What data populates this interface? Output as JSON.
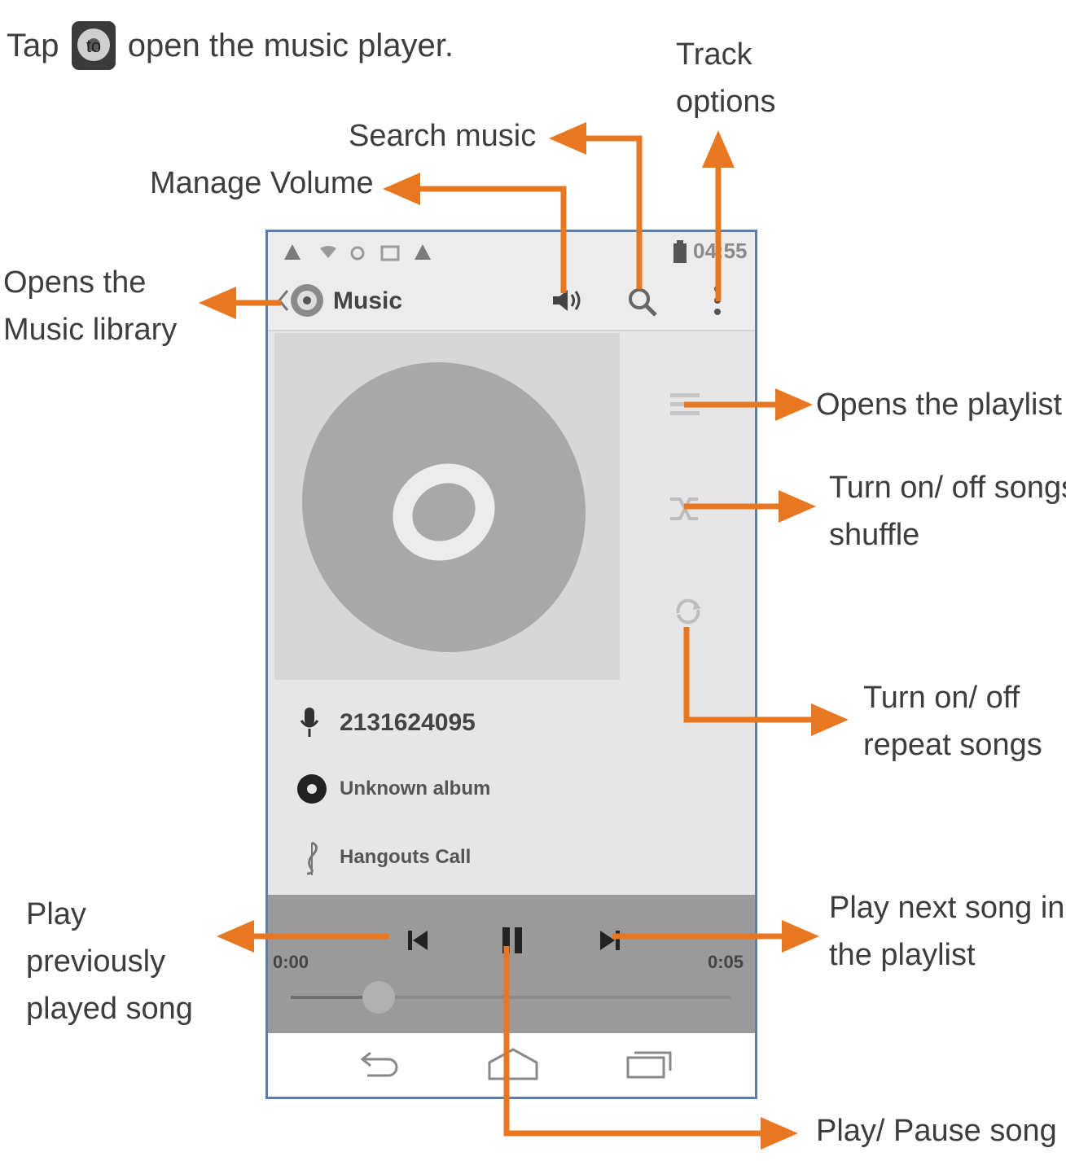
{
  "instructions": {
    "prefix": "Tap",
    "icon_text": "to",
    "suffix": "open the music player."
  },
  "annotations": {
    "track_options": [
      "Track",
      "options"
    ],
    "search_music": "Search music",
    "manage_volume": "Manage Volume",
    "music_library": [
      "Opens the",
      "Music library"
    ],
    "playlist": "Opens the playlist",
    "shuffle": [
      "Turn on/ off songs",
      "shuffle"
    ],
    "repeat": [
      "Turn on/ off",
      "repeat songs"
    ],
    "previous": [
      "Play",
      "previously",
      "played song"
    ],
    "next": [
      "Play next song in",
      "the playlist"
    ],
    "play_pause": "Play/ Pause song"
  },
  "phone": {
    "status_time": "04:55",
    "app_title": "Music",
    "track": {
      "artist": "2131624095",
      "album": "Unknown album",
      "title": "Hangouts Call"
    },
    "elapsed": "0:00",
    "duration": "0:05",
    "progress_fraction": 0.2
  },
  "colors": {
    "arrow": "#e87722",
    "phone_border": "#5b7fa8"
  },
  "icons": {
    "app": "music-app-icon",
    "back": "back-arrow-icon",
    "volume": "volume-icon",
    "search": "search-icon",
    "menu": "overflow-menu-icon",
    "playlist": "playlist-icon",
    "shuffle": "shuffle-icon",
    "repeat": "repeat-icon",
    "artist": "microphone-icon",
    "album": "album-icon",
    "song": "music-note-icon",
    "previous": "skip-previous-icon",
    "pause": "pause-icon",
    "next": "skip-next-icon",
    "nav_back": "nav-back-icon",
    "nav_home": "nav-home-icon",
    "nav_recents": "nav-recents-icon"
  }
}
